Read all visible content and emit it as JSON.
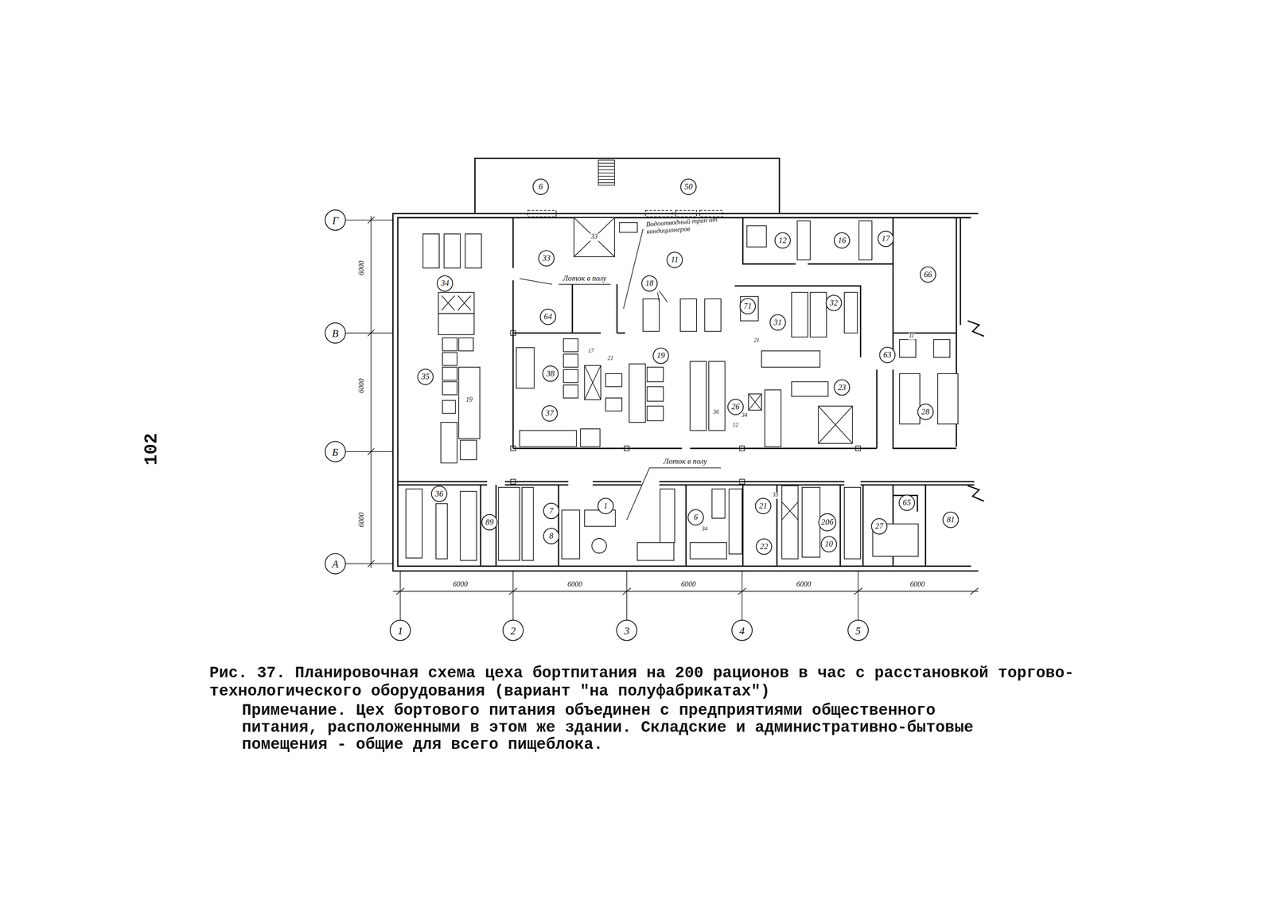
{
  "diagram": {
    "caption": "Рис. 37. Планировочная схема цеха бортпитания на 200 рационов в час с расстановкой торгово-технологического оборудования (вариант \"на полуфабрикатах\")",
    "nodes": [
      {
        "text": [
          "Г"
        ]
      },
      {
        "text": [
          "6"
        ]
      },
      {
        "text": [
          "50"
        ]
      },
      {
        "text": [
          "12"
        ]
      },
      {
        "text": [
          "16"
        ]
      },
      {
        "text": [
          "17"
        ]
      },
      {
        "text": [
          "33"
        ]
      },
      {
        "text": [
          "11"
        ]
      },
      {
        "text": [
          "66"
        ]
      },
      {
        "text": [
          "34"
        ]
      },
      {
        "text": [
          "18"
        ]
      },
      {
        "text": [
          "64"
        ]
      },
      {
        "text": [
          "71"
        ]
      },
      {
        "text": [
          "32"
        ]
      },
      {
        "text": [
          "31"
        ]
      },
      {
        "text": [
          "В"
        ]
      },
      {
        "text": [
          "63"
        ]
      },
      {
        "text": [
          "35"
        ]
      },
      {
        "text": [
          "19"
        ]
      },
      {
        "text": [
          "38"
        ]
      },
      {
        "text": [
          "23"
        ]
      },
      {
        "text": [
          "26"
        ]
      },
      {
        "text": [
          "28"
        ]
      },
      {
        "text": [
          "37"
        ]
      },
      {
        "text": [
          "Б"
        ]
      },
      {
        "text": [
          "36"
        ]
      },
      {
        "text": [
          "1"
        ]
      },
      {
        "text": [
          "21"
        ]
      },
      {
        "text": [
          "65"
        ]
      },
      {
        "text": [
          "7"
        ]
      },
      {
        "text": [
          "89"
        ]
      },
      {
        "text": [
          "20б"
        ]
      },
      {
        "text": [
          "81"
        ]
      },
      {
        "text": [
          "27"
        ]
      },
      {
        "text": [
          "6"
        ]
      },
      {
        "text": [
          "8"
        ]
      },
      {
        "text": [
          "22"
        ]
      },
      {
        "text": [
          "10"
        ]
      },
      {
        "text": [
          "А"
        ]
      },
      {
        "text": [
          "1"
        ]
      },
      {
        "text": [
          "2"
        ]
      },
      {
        "text": [
          "3"
        ]
      },
      {
        "text": [
          "4"
        ]
      },
      {
        "text": [
          "5"
        ]
      }
    ],
    "labels": [
      "6000",
      "6000",
      "6000",
      "6000",
      "6000",
      "6000",
      "6000",
      "6000",
      "Лоток в полу",
      "Лоток в полу",
      "Водоотводный трап от кондиционеров",
      "33",
      "19",
      "17",
      "21",
      "21",
      "34",
      "36",
      "12",
      "11",
      "33",
      "34",
      "102",
      "Примечание. Цех бортового питания объединен с предприятиями общественного питания, расположенными в этом же здании. Складские и административно-бытовые помещения - общие для всего пищеблока."
    ]
  }
}
